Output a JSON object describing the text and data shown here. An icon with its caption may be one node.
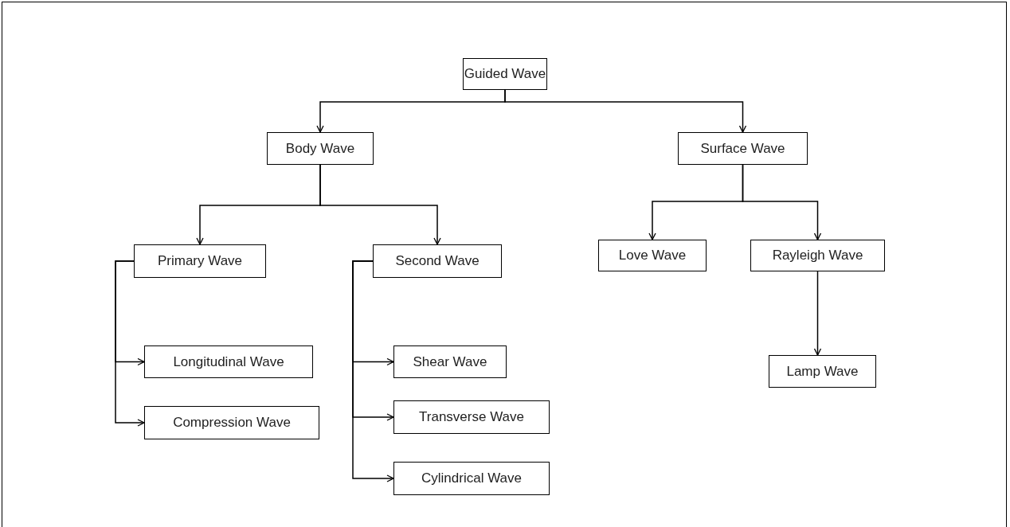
{
  "diagram": {
    "nodes": [
      {
        "text": [
          "Guided Wave"
        ]
      },
      {
        "text": [
          "Body Wave"
        ]
      },
      {
        "text": [
          "Surface Wave"
        ]
      },
      {
        "text": [
          "Primary Wave"
        ]
      },
      {
        "text": [
          "Second Wave"
        ]
      },
      {
        "text": [
          "Love Wave"
        ]
      },
      {
        "text": [
          "Rayleigh Wave"
        ]
      },
      {
        "text": [
          "Longitudinal Wave"
        ]
      },
      {
        "text": [
          "Compression Wave"
        ]
      },
      {
        "text": [
          "Shear Wave"
        ]
      },
      {
        "text": [
          "Transverse Wave"
        ]
      },
      {
        "text": [
          "Cylindrical Wave"
        ]
      },
      {
        "text": [
          "Lamp Wave"
        ]
      }
    ],
    "edges": [
      {
        "from": 0,
        "to": 1,
        "arrow": "to"
      },
      {
        "from": 0,
        "to": 2,
        "arrow": "to"
      },
      {
        "from": 1,
        "to": 3,
        "arrow": "to"
      },
      {
        "from": 1,
        "to": 4,
        "arrow": "to"
      },
      {
        "from": 2,
        "to": 5,
        "arrow": "to"
      },
      {
        "from": 2,
        "to": 6,
        "arrow": "to"
      },
      {
        "from": 3,
        "to": 7,
        "arrow": "to"
      },
      {
        "from": 3,
        "to": 8,
        "arrow": "to"
      },
      {
        "from": 4,
        "to": 9,
        "arrow": "to"
      },
      {
        "from": 4,
        "to": 10,
        "arrow": "to"
      },
      {
        "from": 4,
        "to": 11,
        "arrow": "to"
      },
      {
        "from": 6,
        "to": 12,
        "arrow": "to"
      }
    ]
  }
}
